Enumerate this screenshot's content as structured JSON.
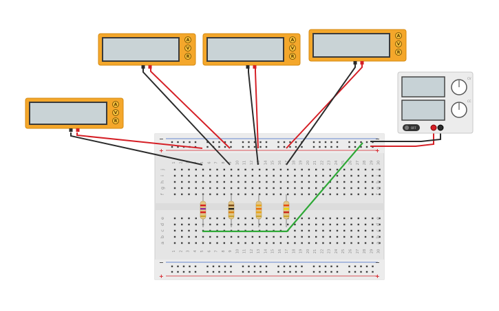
{
  "multimeters": [
    {
      "id": "mm-left",
      "mode_buttons": [
        "A",
        "V",
        "R"
      ],
      "display": ""
    },
    {
      "id": "mm-top-1",
      "mode_buttons": [
        "A",
        "V",
        "R"
      ],
      "display": ""
    },
    {
      "id": "mm-top-2",
      "mode_buttons": [
        "A",
        "V",
        "R"
      ],
      "display": ""
    },
    {
      "id": "mm-top-3",
      "mode_buttons": [
        "A",
        "V",
        "R"
      ],
      "display": ""
    }
  ],
  "breadboard": {
    "columns": 30,
    "row_labels_top": [
      "j",
      "i",
      "h",
      "g",
      "f"
    ],
    "row_labels_bottom": [
      "e",
      "d",
      "c",
      "b",
      "a"
    ],
    "rail_signs": {
      "minus": "−",
      "plus": "+"
    }
  },
  "resistors": [
    {
      "id": "r1",
      "bands": [
        "#d61f1f",
        "#8b2c9c",
        "#d61f1f"
      ]
    },
    {
      "id": "r2",
      "bands": [
        "#7a4a1a",
        "#222222",
        "#d67b0c"
      ]
    },
    {
      "id": "r3",
      "bands": [
        "#e8a317",
        "#e86b0c",
        "#e8a317"
      ]
    },
    {
      "id": "r4",
      "bands": [
        "#e84a0c",
        "#e8d60c",
        "#c8231d"
      ]
    }
  ],
  "power_supply": {
    "button_label": "OFF",
    "knob_labels": [
      "CV",
      "CC"
    ]
  },
  "colors": {
    "multimeter_body": "#f4a72b",
    "multimeter_screen": "#c9d3d6",
    "probe_red": "#d51f26",
    "probe_black": "#2b2b2b",
    "wire_green": "#2ea836",
    "breadboard": "#e7e7e7",
    "rail_red": "#d51f26",
    "rail_blue": "#3a64c8"
  }
}
